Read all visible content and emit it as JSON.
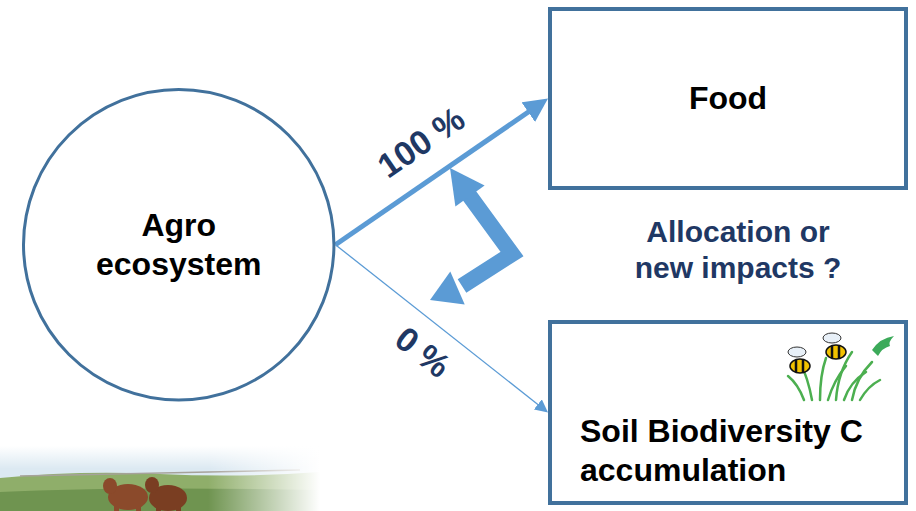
{
  "diagram": {
    "nodes": [
      {
        "text": [
          "Agro ecosystem"
        ]
      },
      {
        "text": [
          "Food"
        ]
      },
      {
        "text": [
          "Soil Biodiversity C accumulation"
        ]
      }
    ],
    "edges": [
      {
        "from": 0,
        "to": 1,
        "arrow": "to",
        "label": "100 %"
      },
      {
        "from": 0,
        "to": 2,
        "arrow": "to",
        "label": "0 %"
      }
    ],
    "labels": [
      "Allocation or new impacts ?"
    ]
  }
}
